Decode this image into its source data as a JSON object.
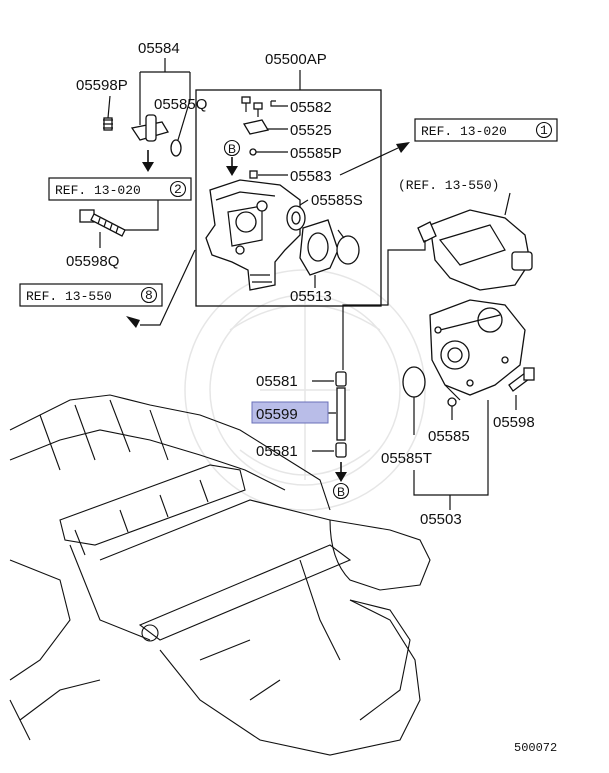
{
  "parts": {
    "p05584": "05584",
    "p05598P": "05598P",
    "p05585Q": "05585Q",
    "p05598Q": "05598Q",
    "p05500AP": "05500AP",
    "p05582": "05582",
    "p05525": "05525",
    "p05585P": "05585P",
    "p05583": "05583",
    "p05585S": "05585S",
    "p05513": "05513",
    "p05581_top": "05581",
    "p05599": "05599",
    "p05581_bottom": "05581",
    "p05585T": "05585T",
    "p05585": "05585",
    "p05598": "05598",
    "p05503": "05503"
  },
  "refs": {
    "ref_13_020_1": {
      "text": "REF. 13-020",
      "num": "1"
    },
    "ref_13_020_2": {
      "text": "REF. 13-020",
      "num": "2"
    },
    "ref_13_550_8": {
      "text": "REF. 13-550",
      "num": "8"
    },
    "ref_13_550_paren": "(REF. 13-550)"
  },
  "markers": {
    "b_top": "B",
    "b_bottom": "B"
  },
  "diagram_code": "500072",
  "highlight_color": "#b9bde8"
}
